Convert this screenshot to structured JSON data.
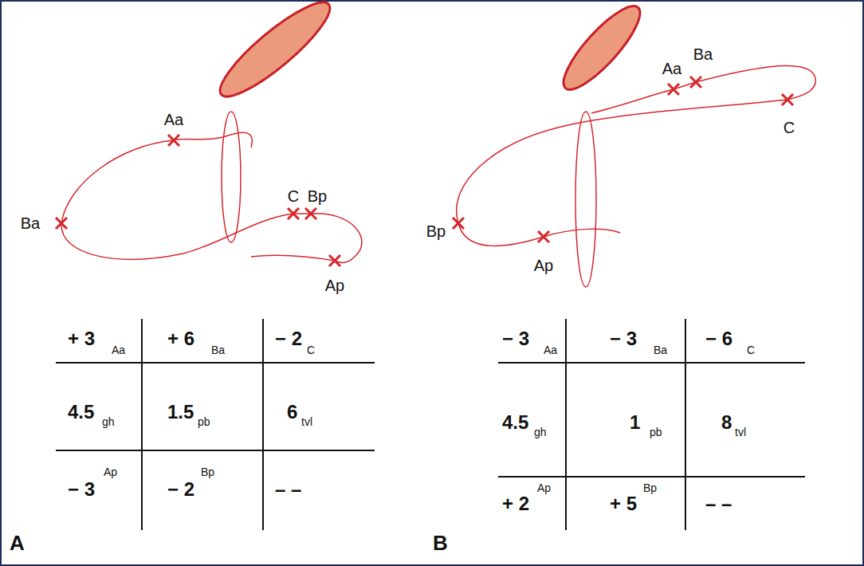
{
  "diagram": {
    "labels": [
      "Aa",
      "Ba",
      "C",
      "Bp",
      "Ap",
      "+ 3",
      "Aa",
      "+ 6",
      "Ba",
      "− 2",
      "C",
      "4.5",
      "gh",
      "1.5",
      "pb",
      "6",
      "tvl",
      "− 3",
      "Ap",
      "− 2",
      "Bp",
      "– –",
      "A",
      "Aa",
      "Ba",
      "C",
      "Bp",
      "Ap",
      "− 3",
      "Aa",
      "− 3",
      "Ba",
      "− 6",
      "C",
      "4.5",
      "gh",
      "1",
      "pb",
      "8",
      "tvl",
      "+ 2",
      "Ap",
      "+ 5",
      "Bp",
      "– –",
      "B"
    ]
  }
}
